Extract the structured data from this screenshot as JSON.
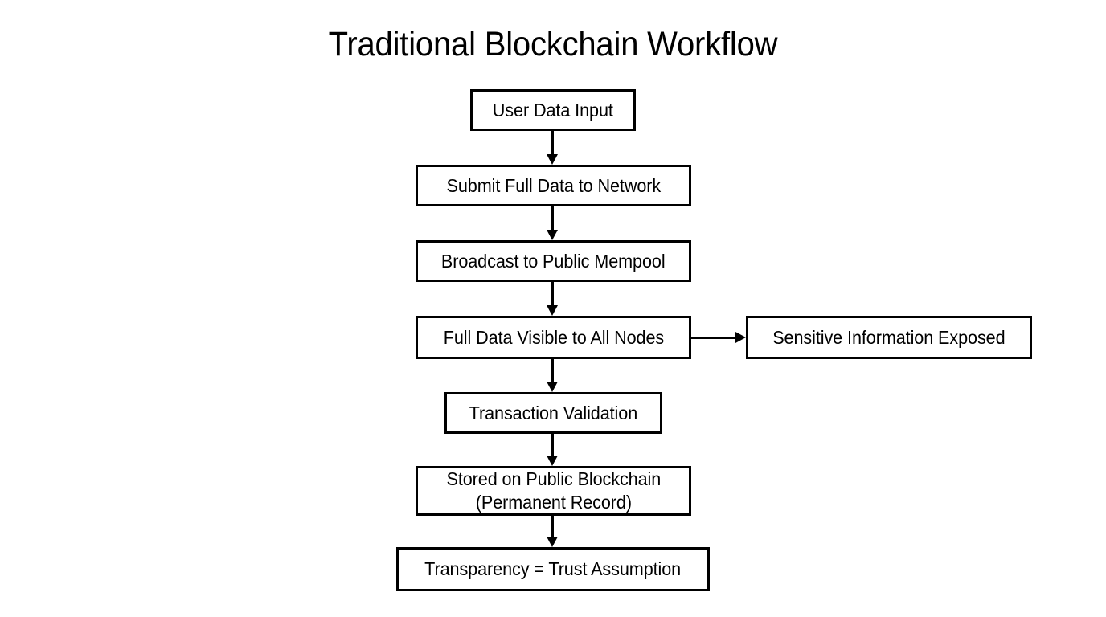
{
  "diagram": {
    "title": "Traditional Blockchain Workflow",
    "background_color": "#FFFFFF",
    "stroke_color": "#000000",
    "text_color": "#000000",
    "node_fill": "#FFFFFF",
    "type": "flowchart",
    "nodes": [
      {
        "id": "user-data-input",
        "label": "User Data Input"
      },
      {
        "id": "submit-full-data",
        "label": "Submit Full Data to Network"
      },
      {
        "id": "broadcast-mempool",
        "label": "Broadcast to Public Mempool"
      },
      {
        "id": "full-data-visible",
        "label": "Full Data Visible to All Nodes"
      },
      {
        "id": "sensitive-exposed",
        "label": "Sensitive Information Exposed"
      },
      {
        "id": "transaction-validation",
        "label": "Transaction Validation"
      },
      {
        "id": "stored-blockchain",
        "label": "Stored on Public Blockchain\n(Permanent Record)"
      },
      {
        "id": "transparency-trust",
        "label": "Transparency = Trust Assumption"
      }
    ],
    "edges": [
      {
        "from": "user-data-input",
        "to": "submit-full-data",
        "direction": "down",
        "arrowhead": true
      },
      {
        "from": "submit-full-data",
        "to": "broadcast-mempool",
        "direction": "down",
        "arrowhead": true
      },
      {
        "from": "broadcast-mempool",
        "to": "full-data-visible",
        "direction": "down",
        "arrowhead": true
      },
      {
        "from": "full-data-visible",
        "to": "transaction-validation",
        "direction": "down",
        "arrowhead": true
      },
      {
        "from": "full-data-visible",
        "to": "sensitive-exposed",
        "direction": "right",
        "arrowhead": true
      },
      {
        "from": "transaction-validation",
        "to": "stored-blockchain",
        "direction": "down",
        "arrowhead": true
      },
      {
        "from": "stored-blockchain",
        "to": "transparency-trust",
        "direction": "down",
        "arrowhead": true
      }
    ]
  }
}
